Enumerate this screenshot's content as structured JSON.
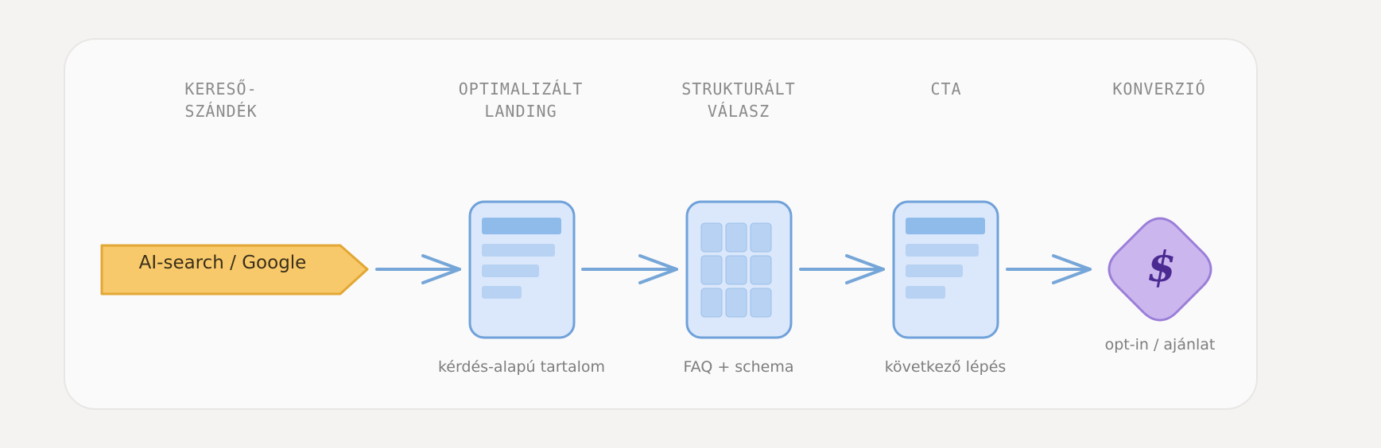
{
  "stages": [
    {
      "title_lines": [
        "KERESŐ-",
        "SZÁNDÉK"
      ],
      "caption": ""
    },
    {
      "title_lines": [
        "OPTIMALIZÁLT",
        "LANDING"
      ],
      "caption": "kérdés-alapú tartalom"
    },
    {
      "title_lines": [
        "STRUKTURÁLT",
        "VÁLASZ"
      ],
      "caption": "FAQ + schema"
    },
    {
      "title_lines": [
        "CTA"
      ],
      "caption": "következő lépés"
    },
    {
      "title_lines": [
        "KONVERZIÓ"
      ],
      "caption": "opt-in / ajánlat"
    }
  ],
  "source": {
    "label": "AI-search / Google"
  },
  "conversion": {
    "symbol": "$"
  },
  "colors": {
    "source_fill": "#f8c96b",
    "source_stroke": "#e2a734",
    "card_fill": "#dbe8fb",
    "card_stroke": "#6fa1da",
    "bar_dark": "#8fbbea",
    "bar_light": "#b7d2f2",
    "arrow": "#76a6d8",
    "diamond_fill": "#cbb7ee",
    "diamond_stroke": "#9b7ed8",
    "dollar": "#4b2a92"
  },
  "icons": [
    "right-arrow-icon",
    "document-icon",
    "grid-icon",
    "dollar-icon"
  ]
}
